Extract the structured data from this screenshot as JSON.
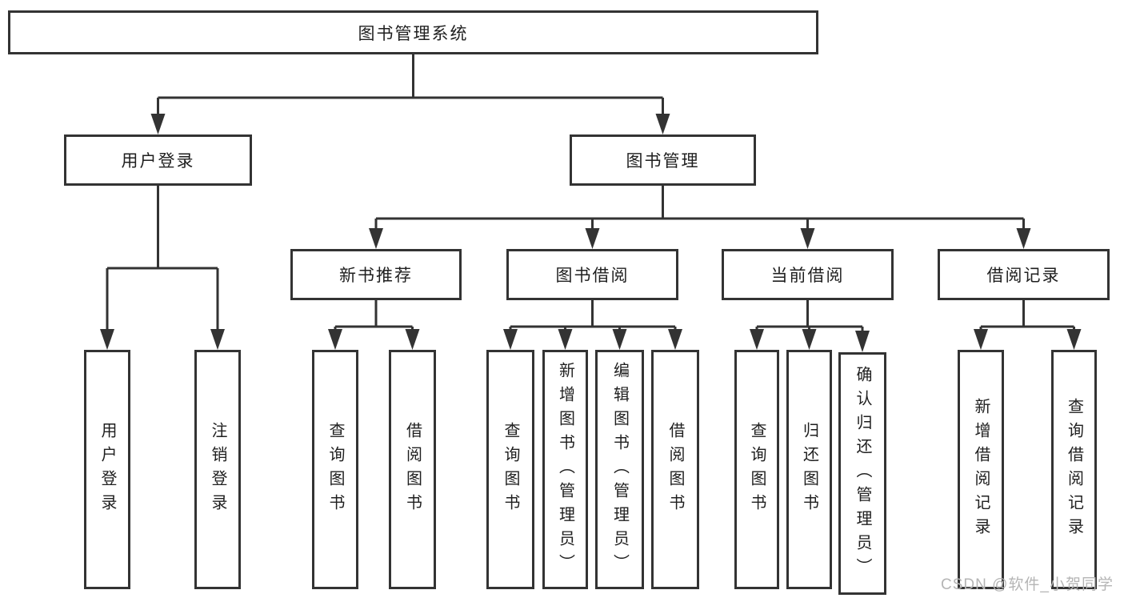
{
  "diagram": {
    "root": {
      "label": "图书管理系统",
      "children": [
        {
          "label": "用户登录",
          "children": [
            {
              "label": "用户登录"
            },
            {
              "label": "注销登录"
            }
          ]
        },
        {
          "label": "图书管理",
          "children": [
            {
              "label": "新书推荐",
              "children": [
                {
                  "label": "查询图书"
                },
                {
                  "label": "借阅图书"
                }
              ]
            },
            {
              "label": "图书借阅",
              "children": [
                {
                  "label": "查询图书"
                },
                {
                  "label": "新增图书（管理员）"
                },
                {
                  "label": "编辑图书（管理员）"
                },
                {
                  "label": "借阅图书"
                }
              ]
            },
            {
              "label": "当前借阅",
              "children": [
                {
                  "label": "查询图书"
                },
                {
                  "label": "归还图书"
                },
                {
                  "label": "确认归还（管理员）"
                }
              ]
            },
            {
              "label": "借阅记录",
              "children": [
                {
                  "label": "新增借阅记录"
                },
                {
                  "label": "查询借阅记录"
                }
              ]
            }
          ]
        }
      ]
    }
  },
  "watermark": {
    "text": "CSDN @软件_小贺同学"
  },
  "colors": {
    "line": "#333333",
    "text": "#1f1f1f",
    "background": "#ffffff",
    "watermark": "#b5b5b5"
  }
}
